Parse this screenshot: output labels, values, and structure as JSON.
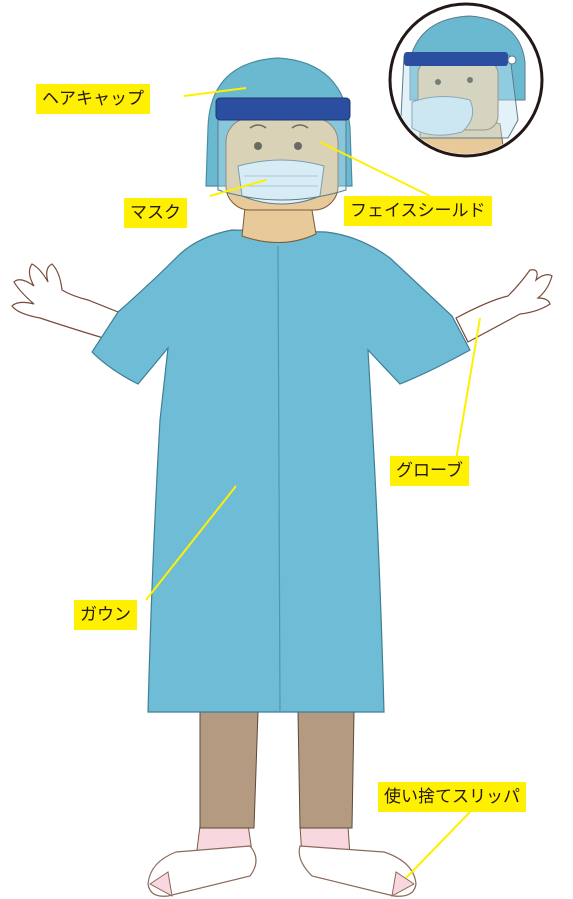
{
  "labels": {
    "hair_cap": "ヘアキャップ",
    "mask": "マスク",
    "face_shield": "フェイスシールド",
    "gloves": "グローブ",
    "gown": "ガウン",
    "slippers": "使い捨てスリッパ"
  },
  "colors": {
    "label_bg": "#ffef00",
    "leader_line": "#ffef00",
    "gown": "#6fbcd6",
    "cap": "#6ab9d1",
    "shield_band": "#2c4ea0",
    "skin": "#e8c99a",
    "pants": "#b39a80",
    "socks": "#f9d7de"
  },
  "icons": [
    "face-shield-inset-icon"
  ]
}
